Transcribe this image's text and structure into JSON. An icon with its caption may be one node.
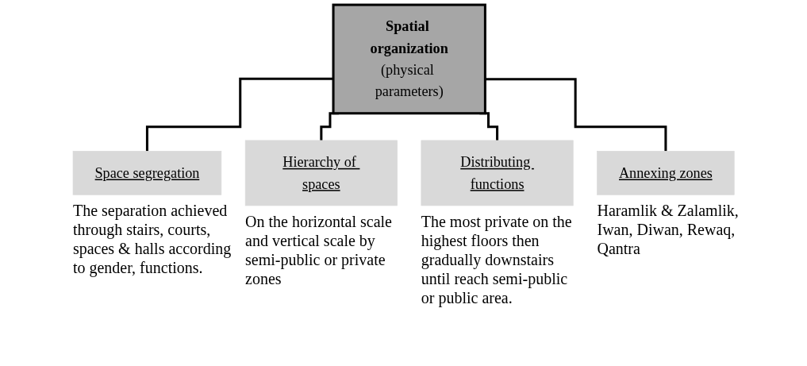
{
  "diagram": {
    "nodes": [
      {
        "text": [
          "Spatial organization",
          "(physical parameters)"
        ]
      },
      {
        "text": [
          "Space segregation"
        ],
        "beside": [
          "The separation achieved through stairs, courts, spaces & halls according to gender, functions."
        ]
      },
      {
        "text": [
          "Hierarchy of spaces"
        ],
        "beside": [
          "On the horizontal scale and vertical scale by semi-public or private zones"
        ]
      },
      {
        "text": [
          "Distributing functions"
        ],
        "beside": [
          "The most private on the highest floors then gradually downstairs  until reach semi-public or public area."
        ]
      },
      {
        "text": [
          "Annexing zones"
        ],
        "beside": [
          "Haramlik & Zalamlik, Iwan, Diwan, Rewaq, Qantra"
        ]
      }
    ],
    "edges": [
      {
        "from": 0,
        "to": 1,
        "arrow": "none"
      },
      {
        "from": 0,
        "to": 2,
        "arrow": "none"
      },
      {
        "from": 0,
        "to": 3,
        "arrow": "none"
      },
      {
        "from": 0,
        "to": 4,
        "arrow": "none"
      }
    ]
  }
}
